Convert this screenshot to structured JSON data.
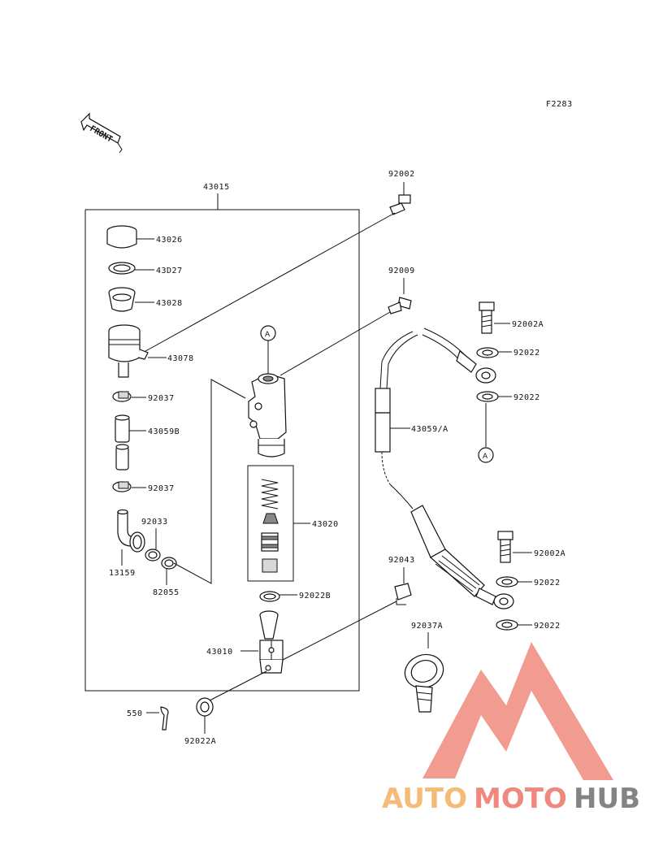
{
  "figure_code": "F2283",
  "front_label": "FRONT",
  "circle_ref": "A",
  "parts": {
    "p43015": "43015",
    "p92002": "92002",
    "p43026": "43026",
    "p43027": "43D27",
    "p43028": "43028",
    "p43078": "43078",
    "p92009": "92009",
    "p92002A_top": "92002A",
    "p92022_a": "92022",
    "p92022_b": "92022",
    "p92037_a": "92037",
    "p43059B": "43059B",
    "p43059A": "43059/A",
    "p92037_b": "92037",
    "p92033": "92033",
    "p13159": "13159",
    "p82055": "82055",
    "p43020": "43020",
    "p92022B": "92022B",
    "p92043": "92043",
    "p92002A_bot": "92002A",
    "p92022_c": "92022",
    "p92022_d": "92022",
    "p92037A": "92037A",
    "p43010": "43010",
    "p550": "550",
    "p92022A": "92022A"
  },
  "watermark": {
    "auto": "AUTO",
    "moto": "MOTO",
    "hub": "HUB",
    "colors": {
      "auto": "#f4b46a",
      "moto": "#ee7d70",
      "hub": "#777777",
      "triangle": "#ee7d70"
    }
  }
}
